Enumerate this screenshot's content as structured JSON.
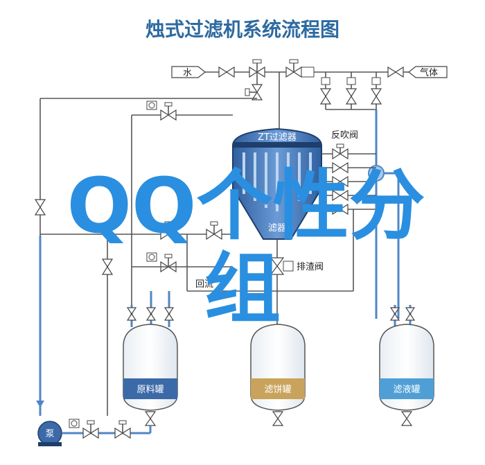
{
  "title": "烛式过滤机系统流程图",
  "labels": {
    "water": "水",
    "gas": "气体",
    "filter_head": "ZT过滤器",
    "backflush": "反吹阀",
    "filter_bottom": "滤器",
    "slag_valve": "排渣阀",
    "return": "回流",
    "pump": "泵"
  },
  "tanks": {
    "raw": "原料罐",
    "cake": "滤饼罐",
    "filtrate": "滤液罐"
  },
  "colors": {
    "title": "#2d6aa0",
    "raw_tank_band": "#3c6aa8",
    "cake_tank_band": "#c9a35c",
    "filtrate_tank_band": "#4f9fd6",
    "overlay_text": "#2a8fe0"
  },
  "watermark": {
    "line1": "QQ个性分",
    "line2": "组"
  }
}
